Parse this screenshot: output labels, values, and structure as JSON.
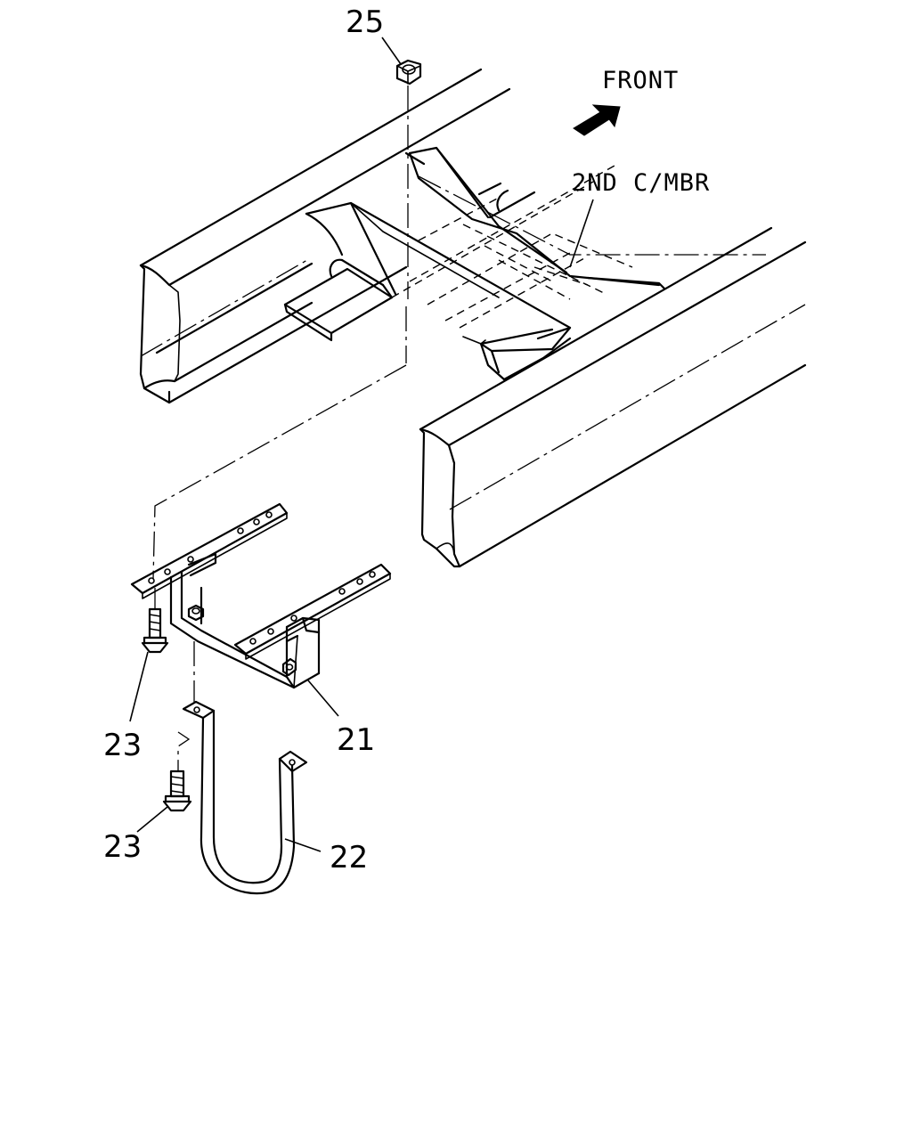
{
  "labels": {
    "front": "FRONT",
    "cross_member": "2ND C/MBR"
  },
  "callouts": {
    "p25": "25",
    "p23_upper": "23",
    "p23_lower": "23",
    "p21": "21",
    "p22": "22"
  },
  "colors": {
    "line": "#000000",
    "background": "#ffffff"
  },
  "icons": {
    "front_arrow": "arrow-up-right"
  }
}
